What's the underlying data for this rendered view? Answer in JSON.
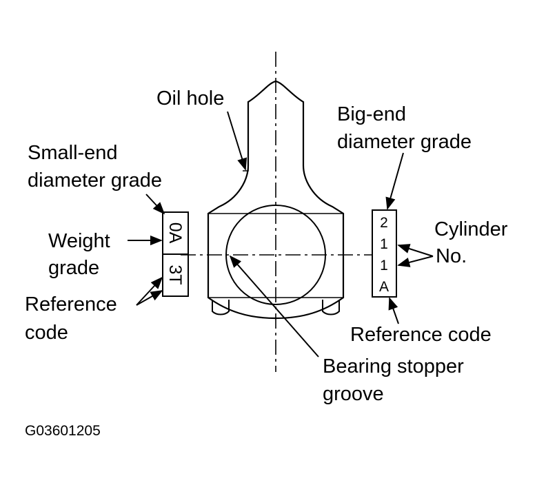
{
  "labels": {
    "oil_hole": "Oil hole",
    "small_end_1": "Small-end",
    "small_end_2": "diameter grade",
    "weight_1": "Weight",
    "weight_2": "grade",
    "reference_left_1": "Reference",
    "reference_left_2": "code",
    "big_end_1": "Big-end",
    "big_end_2": "diameter grade",
    "cylinder_1": "Cylinder",
    "cylinder_2": "No.",
    "reference_right": "Reference code",
    "bearing_1": "Bearing stopper",
    "bearing_2": "groove",
    "figure_code": "G03601205"
  },
  "left_stamp": {
    "top": "0A",
    "bottom": "3T"
  },
  "right_stamp": {
    "row1": "2",
    "row2": "1",
    "row3": "1",
    "row4": "A"
  }
}
